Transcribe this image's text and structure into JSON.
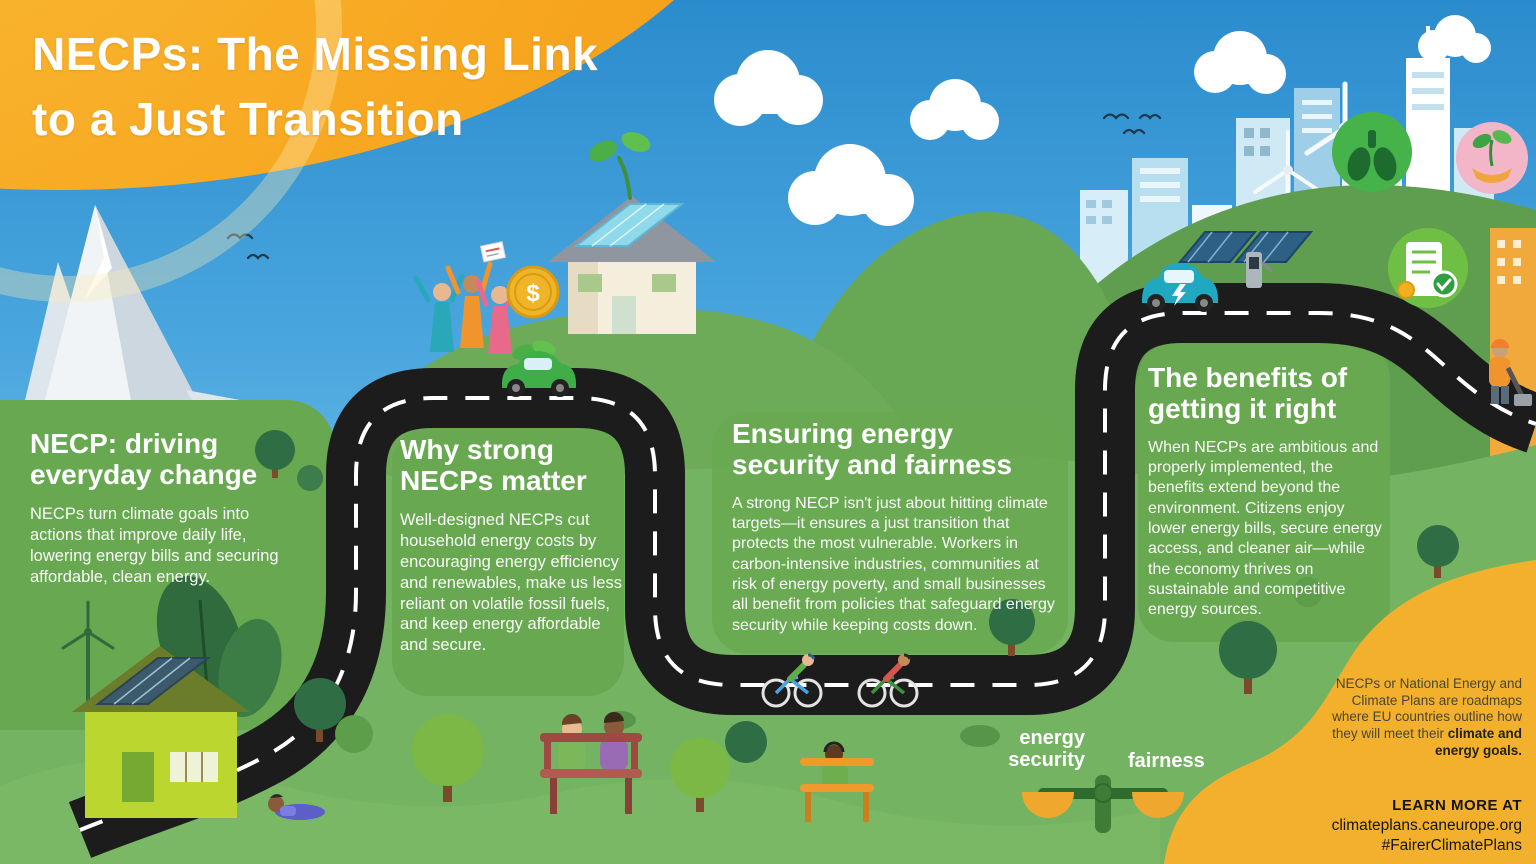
{
  "title": {
    "line1": "NECPs: The Missing Link",
    "line2": "to a Just Transition"
  },
  "sections": [
    {
      "heading": "NECP: driving everyday change",
      "body": "NECPs turn climate goals into actions that improve daily life, lowering energy bills and securing affordable, clean energy."
    },
    {
      "heading": "Why strong NECPs matter",
      "body": "Well-designed NECPs cut household energy costs by encouraging energy efficiency and renewables, make us less reliant on volatile fossil fuels, and keep energy affordable and secure."
    },
    {
      "heading": "Ensuring energy security and fairness",
      "body": "A strong NECP isn't just about hitting climate targets—it ensures a just transition that protects the most vulnerable. Workers in carbon-intensive industries, communities at risk of energy poverty, and small businesses all benefit from policies that safeguard energy security while keeping costs down."
    },
    {
      "heading": "The benefits of getting it right",
      "body": "When NECPs are ambitious and properly implemented, the benefits extend beyond the environment. Citizens enjoy lower energy bills, secure energy access, and cleaner air—while the economy thrives on sustainable and competitive energy sources."
    }
  ],
  "scale": {
    "left_label": "energy security",
    "right_label": "fairness"
  },
  "footer": {
    "about": "NECPs or National Energy and Climate Plans are roadmaps where EU countries outline how they will meet their",
    "about_bold": "climate and energy goals.",
    "learn_more_label": "LEARN MORE AT",
    "url": "climateplans.caneurope.org",
    "hashtag": "#FairerClimatePlans"
  },
  "scene": {
    "coin_symbol": "$"
  },
  "icons": {
    "benefit_badges": [
      "lungs-icon",
      "hand-holding-plant-icon",
      "energy-bill-savings-icon"
    ]
  },
  "colors": {
    "sky_top": "#2b8ccd",
    "title_blob_orange": "#f7a61f",
    "footer_blob_yellow": "#f2b02d",
    "ground_green": "#74b361",
    "panel_green": "#67a850",
    "road_black": "#1c1c1c",
    "text_white": "#ffffff"
  }
}
